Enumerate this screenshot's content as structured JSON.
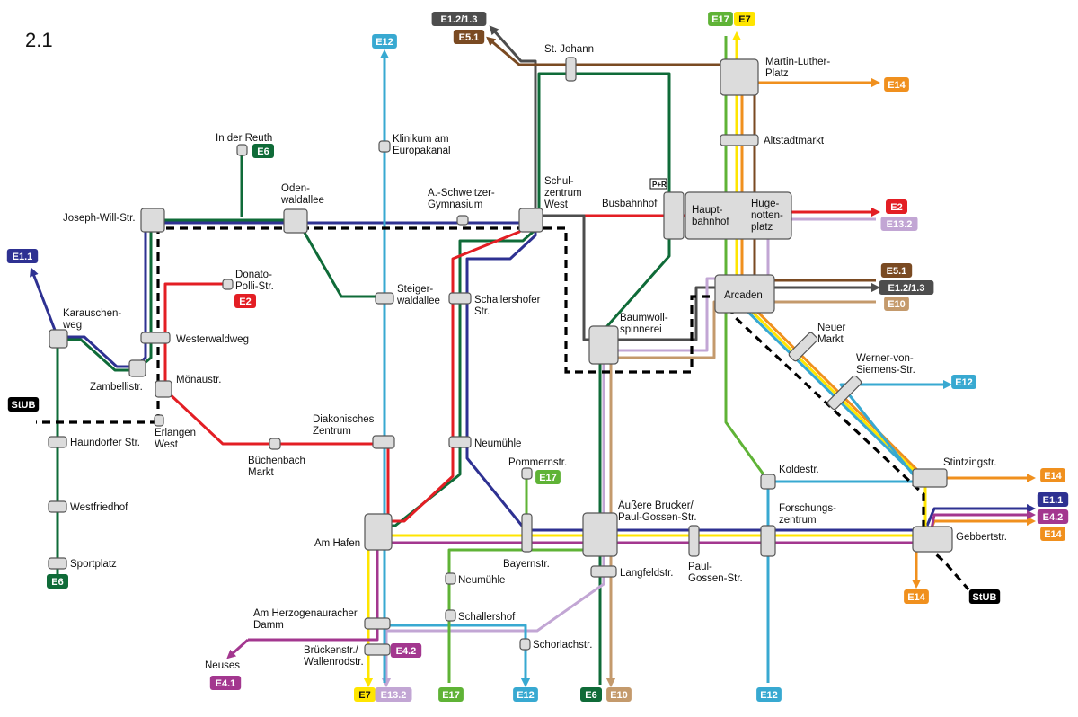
{
  "title": "2.1",
  "colors": {
    "E1.1": "#2e3192",
    "E1.2/1.3": "#4d4d4d",
    "E2": "#e31e24",
    "E4.1": "#a3378f",
    "E4.2": "#a3378f",
    "E5.1": "#7a4a22",
    "E6": "#0f6b38",
    "E7": "#ffe500",
    "E10": "#c49a6c",
    "E12": "#38a9d1",
    "E13.2": "#c2a6d4",
    "E14": "#f0901e",
    "E17": "#5fb336",
    "StUB": "#000000"
  },
  "stations": [
    {
      "id": "st-johann",
      "label": [
        "St. Johann"
      ]
    },
    {
      "id": "martin-luther-platz",
      "label": [
        "Martin-Luther-",
        "Platz"
      ]
    },
    {
      "id": "altstadtmarkt",
      "label": [
        "Altstadtmarkt"
      ]
    },
    {
      "id": "in-der-reuth",
      "label": [
        "In der Reuth"
      ]
    },
    {
      "id": "klinikum",
      "label": [
        "Klinikum am",
        "Europakanal"
      ]
    },
    {
      "id": "joseph-will-str",
      "label": [
        "Joseph-Will-Str."
      ]
    },
    {
      "id": "odenwaldallee",
      "label": [
        "Oden-",
        "waldallee"
      ]
    },
    {
      "id": "schweitzer",
      "label": [
        "A.-Schweitzer-",
        "Gymnasium"
      ]
    },
    {
      "id": "schulzentrum-west",
      "label": [
        "Schul-",
        "zentrum",
        "West"
      ]
    },
    {
      "id": "busbahnhof",
      "label": [
        "Busbahnhof"
      ]
    },
    {
      "id": "hauptbahnhof",
      "label": [
        "Haupt-",
        "bahnhof"
      ]
    },
    {
      "id": "hugenottenplatz",
      "label": [
        "Huge-",
        "notten-",
        "platz"
      ]
    },
    {
      "id": "donato-polli",
      "label": [
        "Donato-",
        "Polli-Str."
      ]
    },
    {
      "id": "karauschenweg",
      "label": [
        "Karauschen-",
        "weg"
      ]
    },
    {
      "id": "steigerwaldallee",
      "label": [
        "Steiger-",
        "waldallee"
      ]
    },
    {
      "id": "schallershofer-str",
      "label": [
        "Schallershofer",
        "Str."
      ]
    },
    {
      "id": "arcaden",
      "label": [
        "Arcaden"
      ]
    },
    {
      "id": "westerwaldweg",
      "label": [
        "Westerwaldweg"
      ]
    },
    {
      "id": "baumwollspinnerei",
      "label": [
        "Baumwoll-",
        "spinnerei"
      ]
    },
    {
      "id": "neuer-markt",
      "label": [
        "Neuer",
        "Markt"
      ]
    },
    {
      "id": "zambellistr",
      "label": [
        "Zambellistr."
      ]
    },
    {
      "id": "moenaustr",
      "label": [
        "Mönaustr."
      ]
    },
    {
      "id": "werner-von-siemens",
      "label": [
        "Werner-von-",
        "Siemens-Str."
      ]
    },
    {
      "id": "erlangen-west",
      "label": [
        "Erlangen",
        "West"
      ]
    },
    {
      "id": "diakonisches-zentrum",
      "label": [
        "Diakonisches",
        "Zentrum"
      ]
    },
    {
      "id": "haundorfer-str",
      "label": [
        "Haundorfer Str."
      ]
    },
    {
      "id": "buechenbach-markt",
      "label": [
        "Büchenbach",
        "Markt"
      ]
    },
    {
      "id": "neumuehle-north",
      "label": [
        "Neumühle"
      ]
    },
    {
      "id": "pommernstr",
      "label": [
        "Pommernstr."
      ]
    },
    {
      "id": "stintzingstr",
      "label": [
        "Stintzingstr."
      ]
    },
    {
      "id": "koldestr",
      "label": [
        "Koldestr."
      ]
    },
    {
      "id": "westfriedhof",
      "label": [
        "Westfriedhof"
      ]
    },
    {
      "id": "aeussere-brucker",
      "label": [
        "Äußere Brucker/",
        "Paul-Gossen-Str."
      ]
    },
    {
      "id": "forschungszentrum",
      "label": [
        "Forschungs-",
        "zentrum"
      ]
    },
    {
      "id": "am-hafen",
      "label": [
        "Am Hafen"
      ]
    },
    {
      "id": "gebbertstr",
      "label": [
        "Gebbertstr."
      ]
    },
    {
      "id": "sportplatz",
      "label": [
        "Sportplatz"
      ]
    },
    {
      "id": "bayernstr",
      "label": [
        "Bayernstr."
      ]
    },
    {
      "id": "langfeldstr",
      "label": [
        "Langfeldstr."
      ]
    },
    {
      "id": "paul-gossen-str",
      "label": [
        "Paul-",
        "Gossen-Str."
      ]
    },
    {
      "id": "neumuehle-south",
      "label": [
        "Neumühle"
      ]
    },
    {
      "id": "am-herzogenauracher-damm",
      "label": [
        "Am Herzogenauracher",
        "Damm"
      ]
    },
    {
      "id": "schallershof",
      "label": [
        "Schallershof"
      ]
    },
    {
      "id": "schorlachstr",
      "label": [
        "Schorlachstr."
      ]
    },
    {
      "id": "brueckenstr",
      "label": [
        "Brückenstr./",
        "Wallenrodstr."
      ]
    },
    {
      "id": "neuses",
      "label": [
        "Neuses"
      ]
    }
  ],
  "badges": [
    {
      "id": "t-e12",
      "text": "E12"
    },
    {
      "id": "t-e12a",
      "text": "E1.2/1.3"
    },
    {
      "id": "t-e51",
      "text": "E5.1"
    },
    {
      "id": "t-e17",
      "text": "E17"
    },
    {
      "id": "t-e7",
      "text": "E7"
    },
    {
      "id": "r-e14",
      "text": "E14"
    },
    {
      "id": "r-e6",
      "text": "E6"
    },
    {
      "id": "r-e2",
      "text": "E2"
    },
    {
      "id": "r-e132",
      "text": "E13.2"
    },
    {
      "id": "l-e11",
      "text": "E1.1"
    },
    {
      "id": "d-e2",
      "text": "E2"
    },
    {
      "id": "r-e51",
      "text": "E5.1"
    },
    {
      "id": "r-e12a",
      "text": "E1.2/1.3"
    },
    {
      "id": "r-e10",
      "text": "E10"
    },
    {
      "id": "r-e12",
      "text": "E12"
    },
    {
      "id": "l-stub",
      "text": "StUB"
    },
    {
      "id": "p-e17",
      "text": "E17"
    },
    {
      "id": "r-e14b",
      "text": "E14"
    },
    {
      "id": "r-e11",
      "text": "E1.1"
    },
    {
      "id": "r-e42",
      "text": "E4.2"
    },
    {
      "id": "r-e14c",
      "text": "E14"
    },
    {
      "id": "b-e6",
      "text": "E6"
    },
    {
      "id": "b-e14",
      "text": "E14"
    },
    {
      "id": "b-stub",
      "text": "StUB"
    },
    {
      "id": "b-e42",
      "text": "E4.2"
    },
    {
      "id": "b-e41",
      "text": "E4.1"
    },
    {
      "id": "b-e7",
      "text": "E7"
    },
    {
      "id": "b-e132",
      "text": "E13.2"
    },
    {
      "id": "b-e17",
      "text": "E17"
    },
    {
      "id": "b-e12",
      "text": "E12"
    },
    {
      "id": "b-e6b",
      "text": "E6"
    },
    {
      "id": "b-e10",
      "text": "E10"
    },
    {
      "id": "b-e12b",
      "text": "E12"
    }
  ],
  "park_and_ride": "P+R"
}
